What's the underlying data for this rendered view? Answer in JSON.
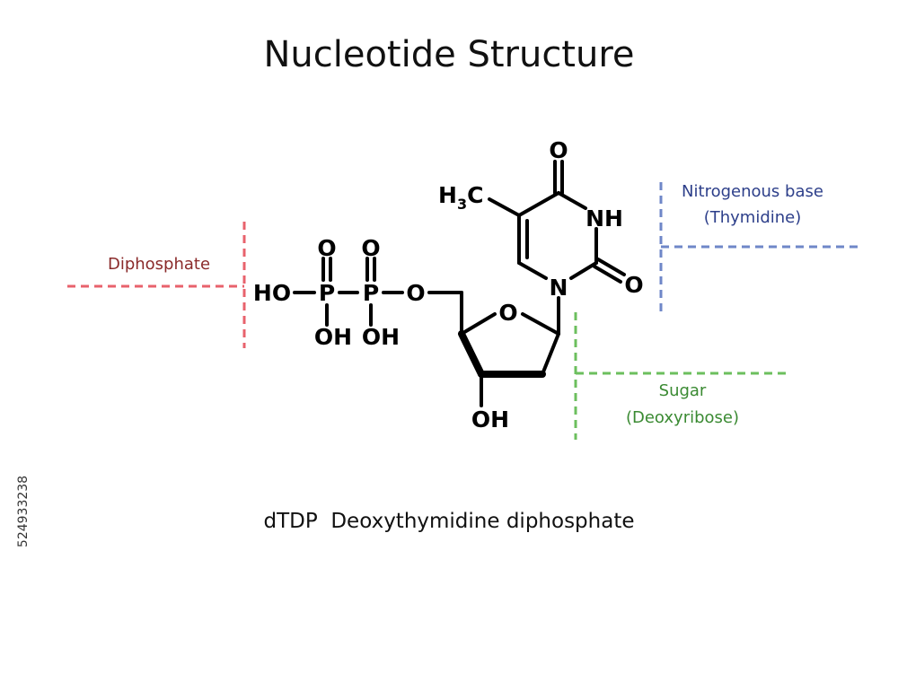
{
  "title": "Nucleotide Structure",
  "caption": "dTDP  Deoxythymidine diphosphate",
  "side_id": "524933238",
  "colors": {
    "diphosphate": "#e8626c",
    "diphosphate_text": "#8a2a2a",
    "base": "#6f87c8",
    "base_text": "#2d3f8a",
    "sugar": "#6cbf5e",
    "sugar_text": "#3a8a32"
  },
  "labels": {
    "diphosphate": "Diphosphate",
    "base_line1": "Nitrogenous base",
    "base_line2": "(Thymidine)",
    "sugar_line1": "Sugar",
    "sugar_line2": "(Deoxyribose)"
  },
  "atoms": {
    "ho_left": "HO",
    "p1": "P",
    "p2": "P",
    "o_top1": "O",
    "o_top2": "O",
    "oh1": "OH",
    "oh2": "OH",
    "o_link": "O",
    "o_ring": "O",
    "oh_sugar": "OH",
    "n1": "N",
    "nh": "NH",
    "o_c4": "O",
    "o_c2": "O",
    "methyl_h": "H",
    "methyl_sub": "3",
    "methyl_c": "C"
  }
}
